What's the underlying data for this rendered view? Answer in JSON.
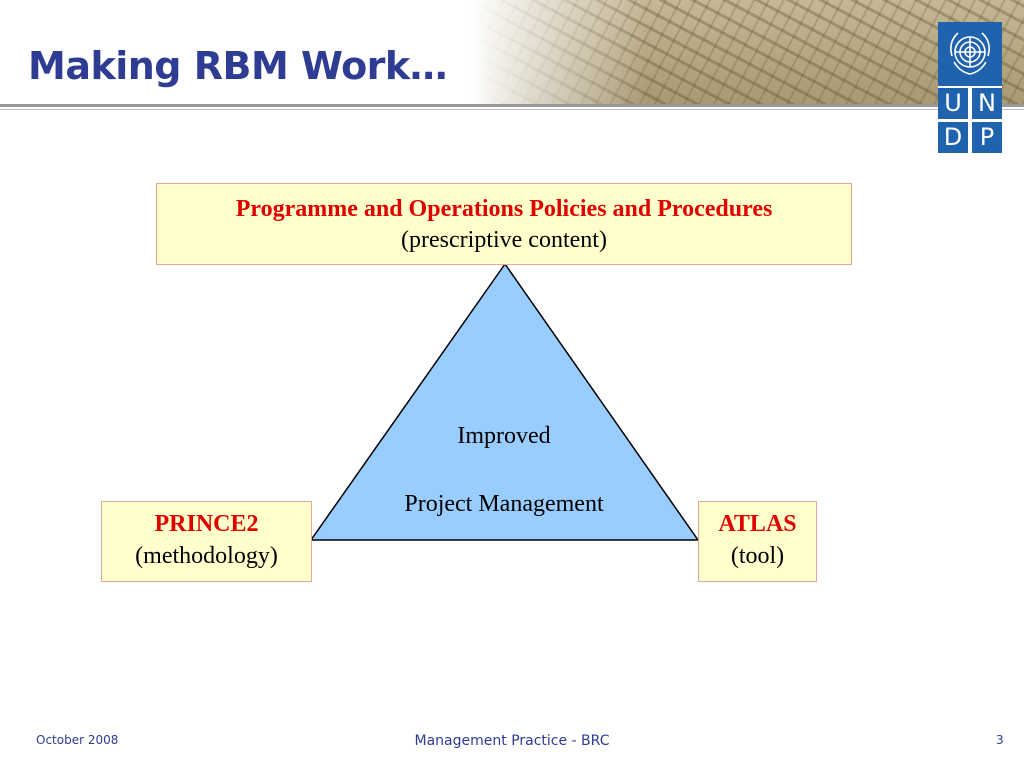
{
  "slide": {
    "title": "Making RBM Work…",
    "logo": {
      "letters": [
        "U",
        "N",
        "D",
        "P"
      ],
      "icon": "un-emblem-icon",
      "color": "#1f62ad"
    },
    "accent_color": "#2e3c94",
    "highlight_color": "#e00000",
    "box_fill": "#ffffcc",
    "triangle_fill": "#99ccff"
  },
  "diagram": {
    "top_box": {
      "heading": "Programme and Operations Policies and Procedures",
      "subtext": "(prescriptive content)"
    },
    "left_box": {
      "heading": "PRINCE2",
      "subtext": "(methodology)"
    },
    "right_box": {
      "heading": "ATLAS",
      "subtext": "(tool)"
    },
    "triangle": {
      "line1": "Improved",
      "line2": "Project Management"
    }
  },
  "footer": {
    "date": "October 2008",
    "center": "Management Practice - BRC",
    "page_number": "3"
  }
}
